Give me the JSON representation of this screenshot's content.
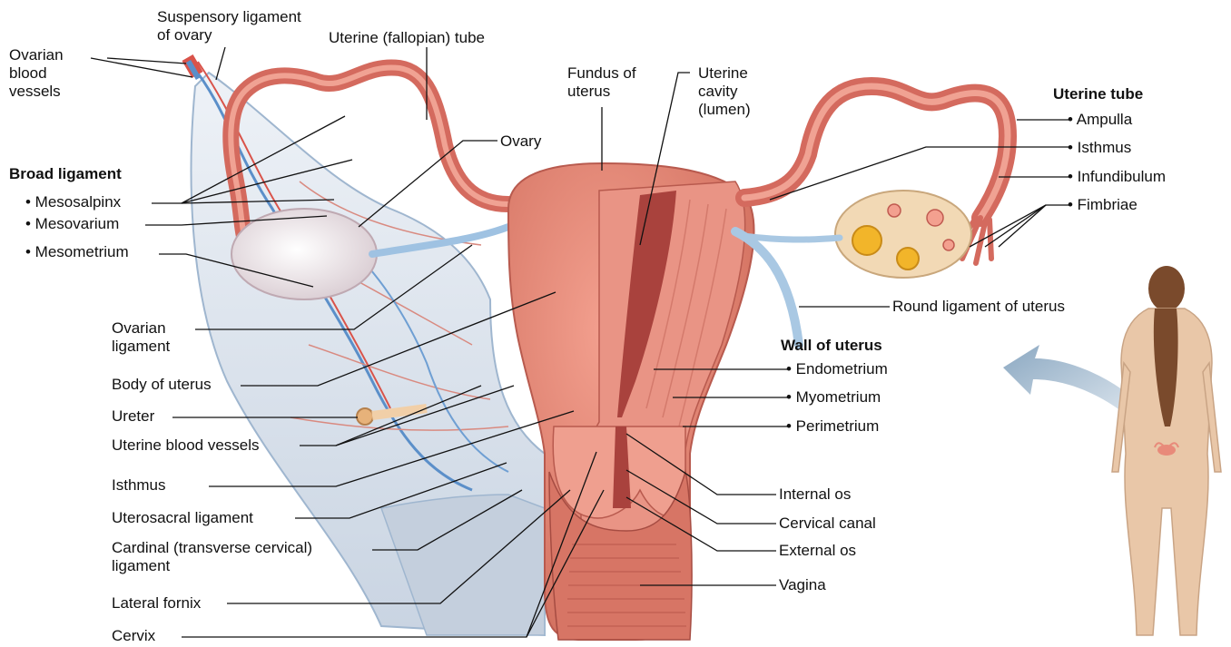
{
  "labels": {
    "ovarian_blood_vessels": "Ovarian blood vessels",
    "suspensory_ligament": "Suspensory ligament of ovary",
    "uterine_fallopian_tube": "Uterine (fallopian) tube",
    "fundus": "Fundus of uterus",
    "uterine_cavity": "Uterine cavity (lumen)",
    "ovary": "Ovary",
    "broad_ligament_heading": "Broad ligament",
    "mesosalpinx": "• Mesosalpinx",
    "mesovarium": "• Mesovarium",
    "mesometrium": "• Mesometrium",
    "ovarian_ligament": "Ovarian ligament",
    "body_of_uterus": "Body of uterus",
    "ureter": "Ureter",
    "uterine_blood_vessels": "Uterine blood vessels",
    "isthmus_left": "Isthmus",
    "uterosacral_ligament": "Uterosacral ligament",
    "cardinal_ligament": "Cardinal (transverse cervical) ligament",
    "lateral_fornix": "Lateral fornix",
    "cervix": "Cervix",
    "uterine_tube_heading": "Uterine tube",
    "ampulla": "• Ampulla",
    "isthmus_right": "• Isthmus",
    "infundibulum": "• Infundibulum",
    "fimbriae": "• Fimbriae",
    "round_ligament": "Round ligament of uterus",
    "wall_heading": "Wall of uterus",
    "endometrium": "• Endometrium",
    "myometrium": "• Myometrium",
    "perimetrium": "• Perimetrium",
    "internal_os": "Internal os",
    "cervical_canal": "Cervical canal",
    "external_os": "External os",
    "vagina": "Vagina"
  },
  "colors": {
    "uterus": "#e88a7a",
    "uterus_dark": "#c05a50",
    "lining": "#b7463f",
    "broad_ligament": "#dfe6f0",
    "ligament_edge": "#9fb6cf",
    "vessel_blue": "#5b8fc9",
    "vessel_red": "#d9534a",
    "ovary": "#f3eef0",
    "skin": "#e9c7a8",
    "hair": "#7a4a2c",
    "arrow": "#9cb6cc"
  }
}
